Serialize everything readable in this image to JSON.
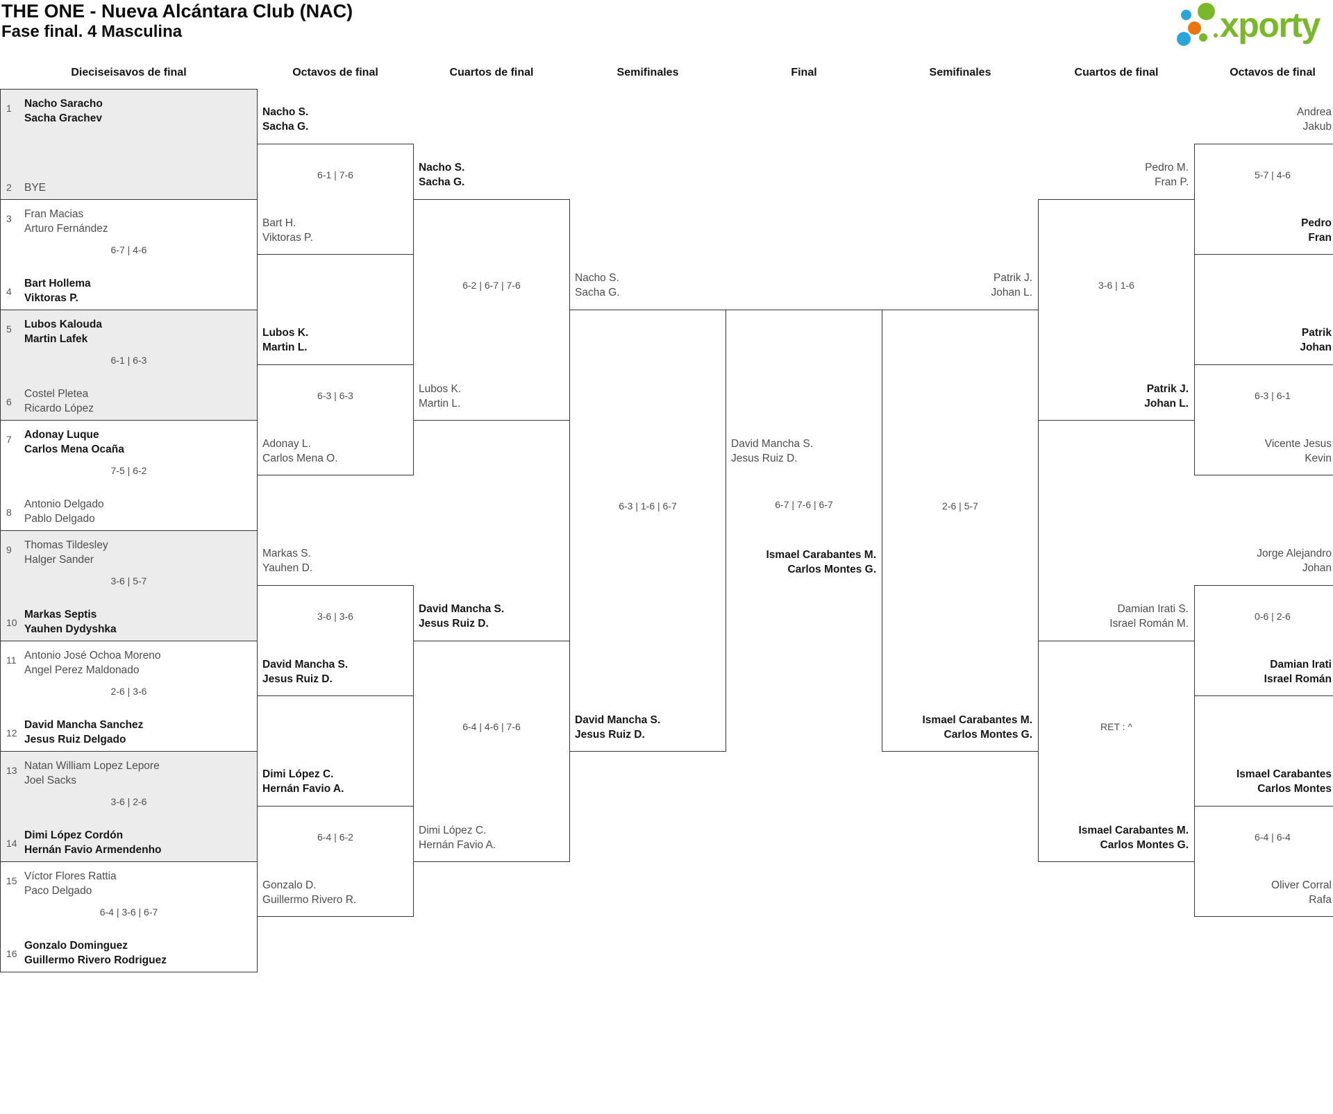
{
  "header": {
    "title": "THE ONE - Nueva Alcántara Club (NAC)",
    "subtitle": "Fase final. 4 Masculina",
    "logo_text": "xporty"
  },
  "colors": {
    "logo_green": "#79b829",
    "logo_blue": "#29a5de",
    "logo_orange": "#ea750e",
    "cell_shade": "#ececec",
    "line": "#363636"
  },
  "rounds": [
    "Dieciseisavos de final",
    "Octavos de final",
    "Cuartos de final",
    "Semifinales",
    "Final",
    "Semifinales",
    "Cuartos de final",
    "Octavos de final"
  ],
  "r32": [
    {
      "n1": "1",
      "t1": [
        "Nacho Saracho",
        "Sacha Grachev"
      ],
      "n2": "2",
      "t2": [
        "BYE"
      ],
      "score": ""
    },
    {
      "n1": "3",
      "t1": [
        "Fran Macias",
        "Arturo Fernández"
      ],
      "n2": "4",
      "t2": [
        "Bart Hollema",
        "Viktoras P."
      ],
      "score": "6-7 | 4-6"
    },
    {
      "n1": "5",
      "t1": [
        "Lubos Kalouda",
        "Martin Lafek"
      ],
      "n2": "6",
      "t2": [
        "Costel Pletea",
        "Ricardo López"
      ],
      "score": "6-1 | 6-3"
    },
    {
      "n1": "7",
      "t1": [
        "Adonay Luque",
        "Carlos Mena Ocaña"
      ],
      "n2": "8",
      "t2": [
        "Antonio Delgado",
        "Pablo Delgado"
      ],
      "score": "7-5 | 6-2"
    },
    {
      "n1": "9",
      "t1": [
        "Thomas Tildesley",
        "Halger Sander"
      ],
      "n2": "10",
      "t2": [
        "Markas Septis",
        "Yauhen Dydyshka"
      ],
      "score": "3-6 | 5-7"
    },
    {
      "n1": "11",
      "t1": [
        "Antonio José Ochoa Moreno",
        "Angel Perez Maldonado"
      ],
      "n2": "12",
      "t2": [
        "David Mancha Sanchez",
        "Jesus Ruiz Delgado"
      ],
      "score": "2-6 | 3-6"
    },
    {
      "n1": "13",
      "t1": [
        "Natan William Lopez Lepore",
        "Joel Sacks"
      ],
      "n2": "14",
      "t2": [
        "Dimi López Cordón",
        "Hernán Favio Armendenho"
      ],
      "score": "3-6 | 2-6"
    },
    {
      "n1": "15",
      "t1": [
        "Víctor Flores Rattia",
        "Paco Delgado"
      ],
      "n2": "16",
      "t2": [
        "Gonzalo Dominguez",
        "Guillermo Rivero Rodriguez"
      ],
      "score": "6-4 | 3-6 | 6-7"
    }
  ],
  "l_oct": [
    {
      "t": [
        "Nacho S.",
        "Sacha G."
      ],
      "b": [
        "Bart H.",
        "Viktoras P."
      ],
      "score": "6-1 | 7-6"
    },
    {
      "t": [
        "Lubos K.",
        "Martin L."
      ],
      "b": [
        "Adonay L.",
        "Carlos Mena O."
      ],
      "score": "6-3 | 6-3"
    },
    {
      "t": [
        "Markas S.",
        "Yauhen D."
      ],
      "b": [
        "David Mancha S.",
        "Jesus Ruiz D."
      ],
      "score": "3-6 | 3-6"
    },
    {
      "t": [
        "Dimi López C.",
        "Hernán Favio A."
      ],
      "b": [
        "Gonzalo D.",
        "Guillermo Rivero R."
      ],
      "score": "6-4 | 6-2"
    }
  ],
  "l_qf": [
    {
      "t": [
        "Nacho S.",
        "Sacha G."
      ],
      "b": [
        "Lubos K.",
        "Martin L."
      ],
      "score": "6-2 | 6-7 | 7-6"
    },
    {
      "t": [
        "David Mancha S.",
        "Jesus Ruiz D."
      ],
      "b": [
        "Dimi López C.",
        "Hernán Favio A."
      ],
      "score": "6-4 | 4-6 | 7-6"
    }
  ],
  "l_sf": {
    "t": [
      "Nacho S.",
      "Sacha G."
    ],
    "b": [
      "David Mancha S.",
      "Jesus Ruiz D."
    ],
    "score": "6-3 | 1-6 | 6-7"
  },
  "final": {
    "t": [
      "David Mancha S.",
      "Jesus Ruiz D."
    ],
    "b": [
      "Ismael Carabantes M.",
      "Carlos Montes G."
    ],
    "score": "6-7 | 7-6 | 6-7"
  },
  "r_sf": {
    "t": [
      "Patrik J.",
      "Johan L."
    ],
    "b": [
      "Ismael Carabantes M.",
      "Carlos Montes G."
    ],
    "score": "2-6 | 5-7"
  },
  "r_qf": [
    {
      "t": [
        "Pedro M.",
        "Fran P."
      ],
      "b": [
        "Patrik J.",
        "Johan L."
      ],
      "score": "3-6 | 1-6"
    },
    {
      "t": [
        "Damian Irati S.",
        "Israel Román M."
      ],
      "b": [
        "Ismael Carabantes M.",
        "Carlos Montes G."
      ],
      "score": "RET : ^"
    }
  ],
  "r_oct": [
    {
      "t": [
        "Andrea",
        "Jakub"
      ],
      "b": [
        "Pedro",
        "Fran"
      ],
      "score": "5-7 | 4-6"
    },
    {
      "t": [
        "Patrik",
        "Johan"
      ],
      "b": [
        "Vicente Jesus",
        "Kevin"
      ],
      "score": "6-3 | 6-1"
    },
    {
      "t": [
        "Jorge Alejandro",
        "Johan"
      ],
      "b": [
        "Damian Irati",
        "Israel Román"
      ],
      "score": "0-6 | 2-6"
    },
    {
      "t": [
        "Ismael Carabantes",
        "Carlos Montes"
      ],
      "b": [
        "Oliver Corral",
        "Rafa"
      ],
      "score": "6-4 | 6-4"
    }
  ]
}
